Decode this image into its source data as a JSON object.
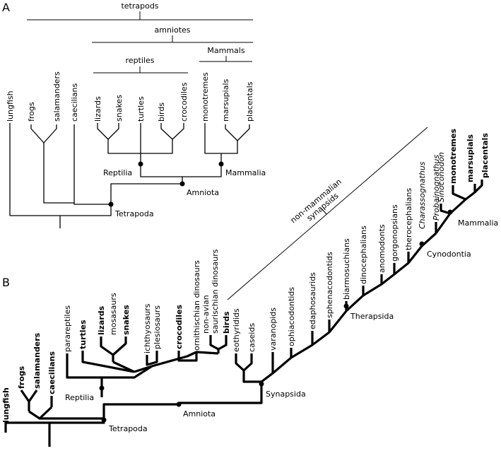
{
  "panel_a": {
    "letter": "A",
    "brackets": {
      "tetrapods": "tetrapods",
      "amniotes": "amniotes",
      "reptiles": "reptiles",
      "mammals": "Mammals"
    },
    "taxa": [
      "lungfish",
      "frogs",
      "salamanders",
      "caecilians",
      "lizards",
      "snakes",
      "turtles",
      "birds",
      "crocodiles",
      "monotremes",
      "marsupials",
      "placentals"
    ],
    "nodes": {
      "reptilia": "Reptilia",
      "mammalia": "Mammalia",
      "amniota": "Amniota",
      "tetrapoda": "Tetrapoda"
    }
  },
  "panel_b": {
    "letter": "B",
    "taxa_left": [
      "lungfish",
      "frogs",
      "salamanders",
      "caecilians",
      "parareptiles",
      "turtles",
      "lizards",
      "mosasaurs",
      "snakes",
      "ichthyosaurs",
      "plesiosaurs",
      "crocodiles",
      "ornithischian dinosaurs",
      "non-avian",
      "saurischian dinosaurs",
      "birds"
    ],
    "taxa_right": [
      "eothyridids",
      "caseids",
      "varanopids",
      "ophiacodontids",
      "edaphosaurids",
      "sphenacodontids",
      "biarmosuchians",
      "dinocephalians",
      "anomodonts",
      "gorgonopsians",
      "therocephalians",
      "Charassognathus",
      "Probainognathus",
      "Sinoconodon",
      "monotremes",
      "marsupials",
      "placentals"
    ],
    "bracket": {
      "line1": "non-mammalian",
      "line2": "synapsids"
    },
    "nodes": {
      "reptilia": "Reptilia",
      "amniota": "Amniota",
      "tetrapoda": "Tetrapoda",
      "synapsida": "Synapsida",
      "therapsida": "Therapsida",
      "cynodontia": "Cynodontia",
      "mammalia": "Mammalia"
    }
  }
}
